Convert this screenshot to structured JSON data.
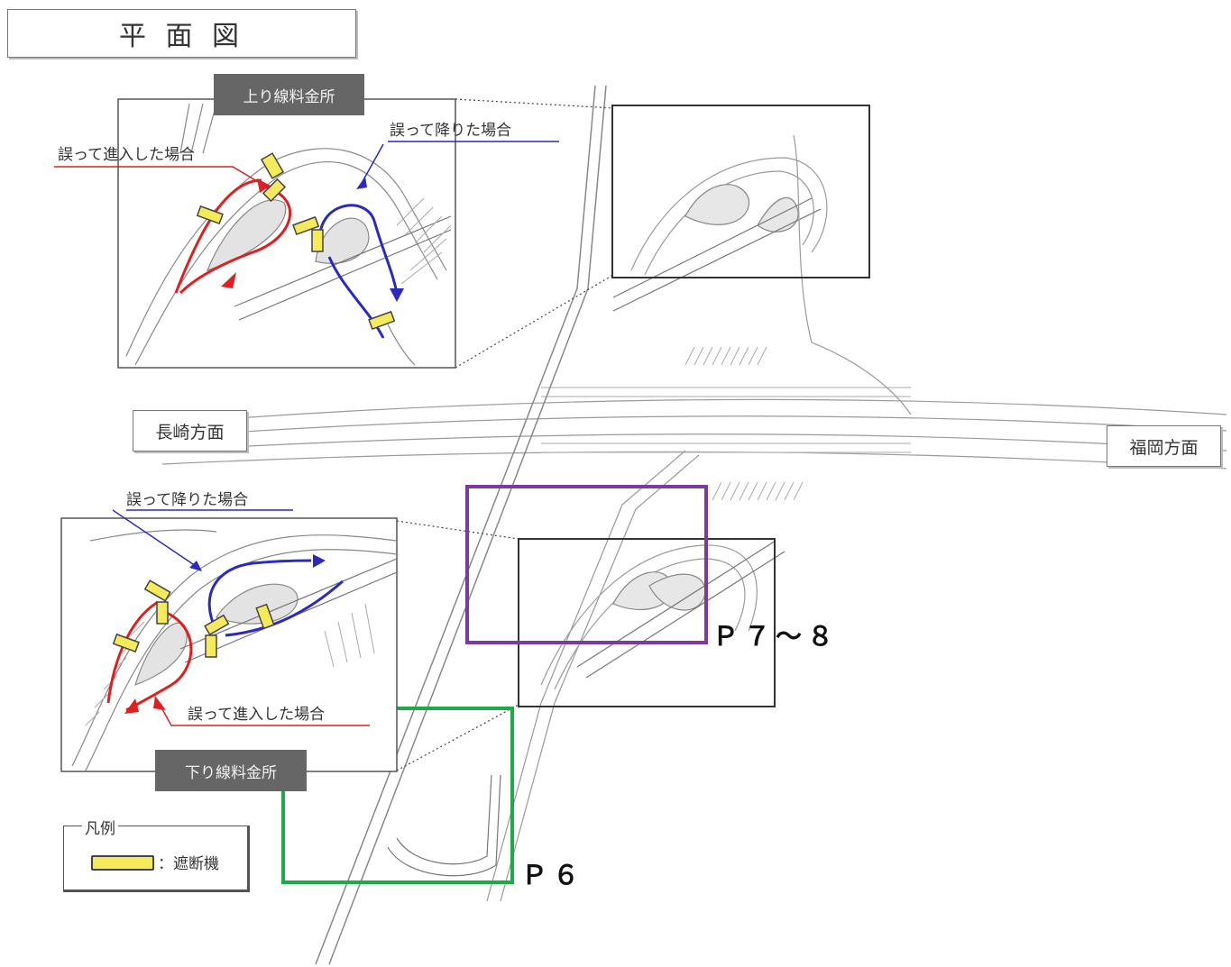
{
  "title": "平 面 図",
  "directions": {
    "west": "長崎方面",
    "east": "福岡方面"
  },
  "inset_up": {
    "tag": "上り線料金所",
    "wrong_entry": "誤って進入した場合",
    "wrong_exit": "誤って降りた場合"
  },
  "inset_down": {
    "tag": "下り線料金所",
    "wrong_entry": "誤って進入した場合",
    "wrong_exit": "誤って降りた場合"
  },
  "page_refs": {
    "purple": "Ｐ７～８",
    "green": "Ｐ６"
  },
  "legend": {
    "title": "凡例",
    "item_label": "：遮断機",
    "swatch_color": "#f5ea5a"
  },
  "colors": {
    "wrong_entry_arrow": "#e02020",
    "wrong_exit_arrow": "#2a2ac0",
    "p78_frame": "#7b3aa0",
    "p6_frame": "#1faa4a"
  }
}
